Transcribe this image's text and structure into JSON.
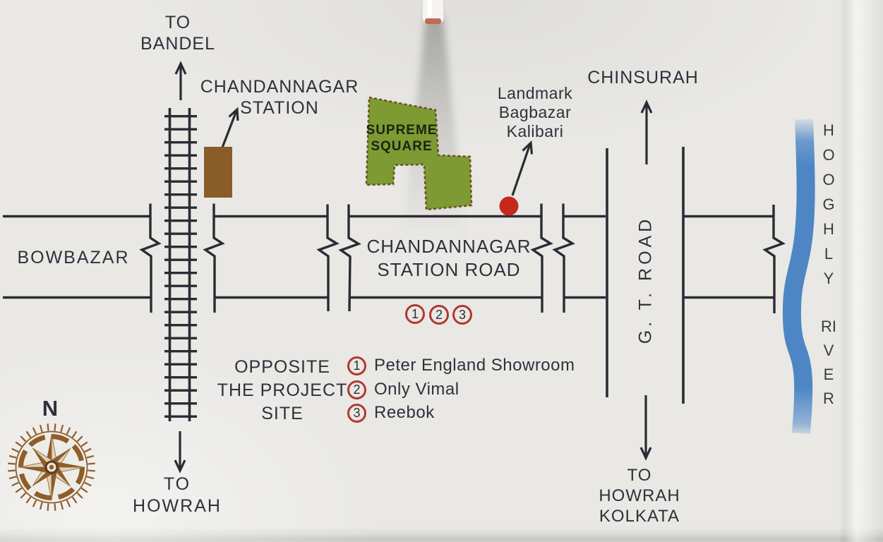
{
  "labels": {
    "to_bandel": [
      "TO",
      "BANDEL"
    ],
    "station": [
      "CHANDANNAGAR",
      "STATION"
    ],
    "chinsurah": "CHINSURAH",
    "landmark": [
      "Landmark",
      "Bagbazar",
      "Kalibari"
    ],
    "supreme_square": [
      "SUPREME",
      "SQUARE"
    ],
    "bowbazar": "BOWBAZAR",
    "station_road": [
      "CHANDANNAGAR",
      "STATION ROAD"
    ],
    "gt_road": "G. T. ROAD",
    "hooghly": "HOOGHLY",
    "river": "RIVER",
    "to_howrah_rail": [
      "TO",
      "HOWRAH"
    ],
    "to_howrah_gt": [
      "TO",
      "HOWRAH",
      "KOLKATA"
    ],
    "north": "N"
  },
  "road_markers": [
    "1",
    "2",
    "3"
  ],
  "legend": {
    "heading": [
      "OPPOSITE",
      "THE PROJECT",
      "SITE"
    ],
    "items": [
      {
        "num": "1",
        "label": "Peter England Showroom"
      },
      {
        "num": "2",
        "label": "Only Vimal"
      },
      {
        "num": "3",
        "label": "Reebok"
      }
    ]
  },
  "colors": {
    "site_green": "#7d9a33",
    "station_brown": "#8a5c28",
    "landmark_red": "#c5281c",
    "marker_ring_red": "#b23831",
    "river_blue": "#4e86c5",
    "ink": "#2e2e35",
    "compass_brown": "#8f5d28"
  }
}
